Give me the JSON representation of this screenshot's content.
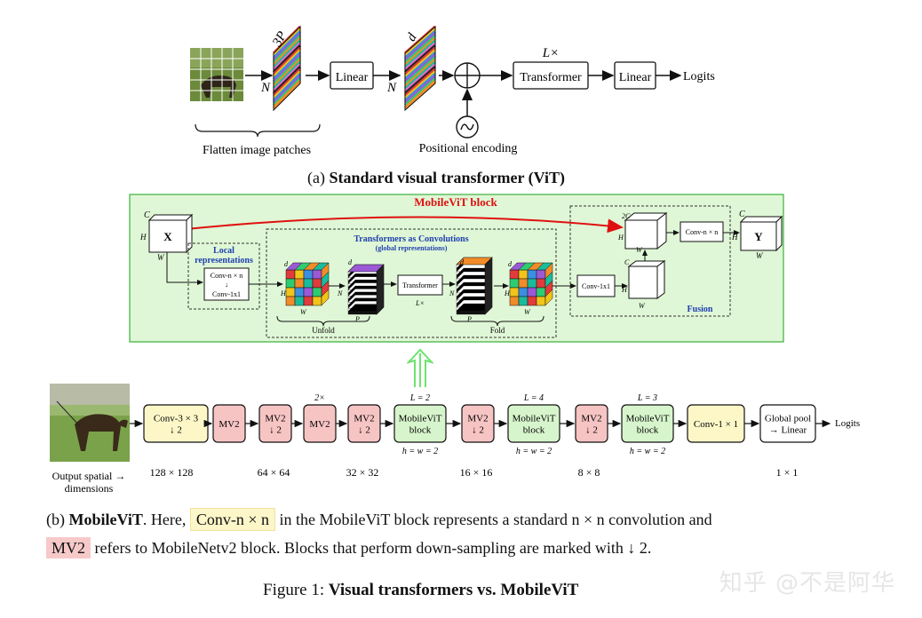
{
  "vit": {
    "patch_dim_label": "3P",
    "n_label": "N",
    "n_label2": "N",
    "d_label": "d",
    "linear1": "Linear",
    "transformer": "Transformer",
    "lx": "L×",
    "linear2": "Linear",
    "logits": "Logits",
    "flatten_caption": "Flatten image patches",
    "pos_caption": "Positional encoding",
    "caption_prefix": "(a)",
    "caption_bold": "Standard visual transformer (ViT)"
  },
  "mvblock": {
    "title": "MobileViT block",
    "local_title": "Local representations",
    "local_title_1": "Local",
    "local_title_2": "representations",
    "conv_nxn": "Conv-n × n",
    "conv_1x1": "Conv-1x1",
    "tac_title": "Transformers as Convolutions",
    "tac_sub": "(global representations)",
    "transformer": "Transformer",
    "lx": "L×",
    "unfold": "Unfold",
    "fold": "Fold",
    "conv_1x1_b": "Conv-1x1",
    "conv_nxn_b": "Conv-n × n",
    "fusion": "Fusion",
    "x": "X",
    "y": "Y",
    "c": "C",
    "h": "H",
    "w": "W",
    "p": "P",
    "n": "N",
    "d": "d",
    "twoc": "2C"
  },
  "pipeline": {
    "blocks": [
      {
        "label": "Conv-3 × 3\n↓ 2",
        "kind": "yellow"
      },
      {
        "label": "MV2",
        "kind": "red"
      },
      {
        "label": "MV2\n↓ 2",
        "kind": "red"
      },
      {
        "label": "MV2",
        "kind": "red",
        "top": "2×"
      },
      {
        "label": "MV2\n↓ 2",
        "kind": "red"
      },
      {
        "label": "MobileViT\nblock",
        "kind": "green",
        "top": "L = 2",
        "bottom": "h = w = 2"
      },
      {
        "label": "MV2\n↓ 2",
        "kind": "red"
      },
      {
        "label": "MobileViT\nblock",
        "kind": "green",
        "top": "L = 4",
        "bottom": "h = w = 2"
      },
      {
        "label": "MV2\n↓ 2",
        "kind": "red"
      },
      {
        "label": "MobileViT\nblock",
        "kind": "green",
        "top": "L = 3",
        "bottom": "h = w = 2"
      },
      {
        "label": "Conv-1 × 1",
        "kind": "yellow"
      },
      {
        "label": "Global pool\n→ Linear",
        "kind": "white"
      }
    ],
    "logits": "Logits",
    "spatial_label": "Output spatial →\ndimensions",
    "dims": [
      "128 × 128",
      "64 × 64",
      "32 × 32",
      "16 × 16",
      "8 × 8",
      "1 × 1"
    ]
  },
  "caption_b": {
    "prefix": "(b)",
    "bold": "MobileViT",
    "t1": ". Here,",
    "conv": "Conv-n × n",
    "t2": "in the MobileViT block represents a standard n × n convolution and",
    "mv2": "MV2",
    "t3": "refers to MobileNetv2 block. Blocks that perform down-sampling are marked with ↓ 2."
  },
  "figure": {
    "prefix": "Figure 1:",
    "bold": "Visual transformers vs. MobileViT"
  },
  "watermark": "知乎 @不是阿华",
  "colors": {
    "green_panel": "#dff7d6",
    "green_border": "#3bb13b",
    "red_arrow": "#e01010",
    "block_yellow": "#fdf7c8",
    "block_red": "#f7c4c4",
    "block_green": "#d7f5cc"
  }
}
